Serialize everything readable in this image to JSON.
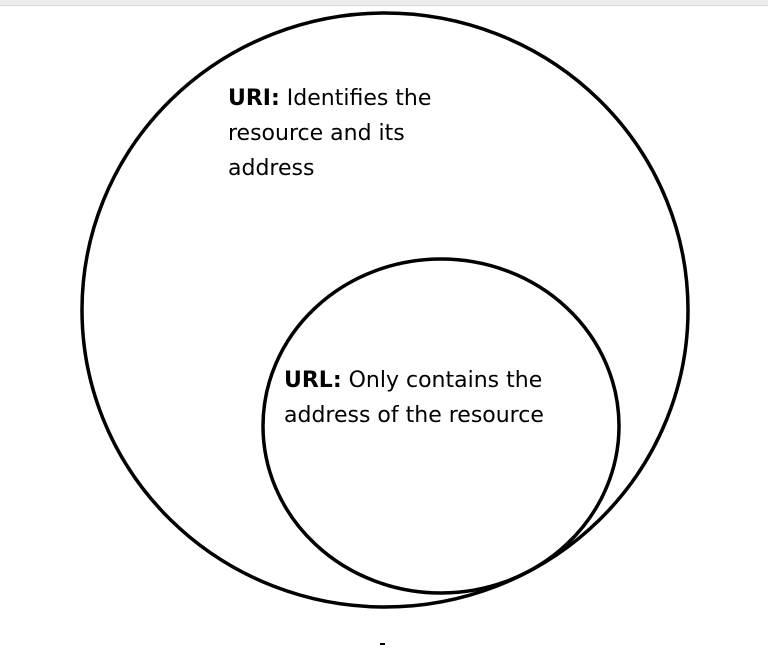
{
  "diagram": {
    "outer": {
      "term": "URI:",
      "description": " Identifies the resource and its address"
    },
    "inner": {
      "term": "URL:",
      "description": " Only contains the address of the resource"
    }
  }
}
